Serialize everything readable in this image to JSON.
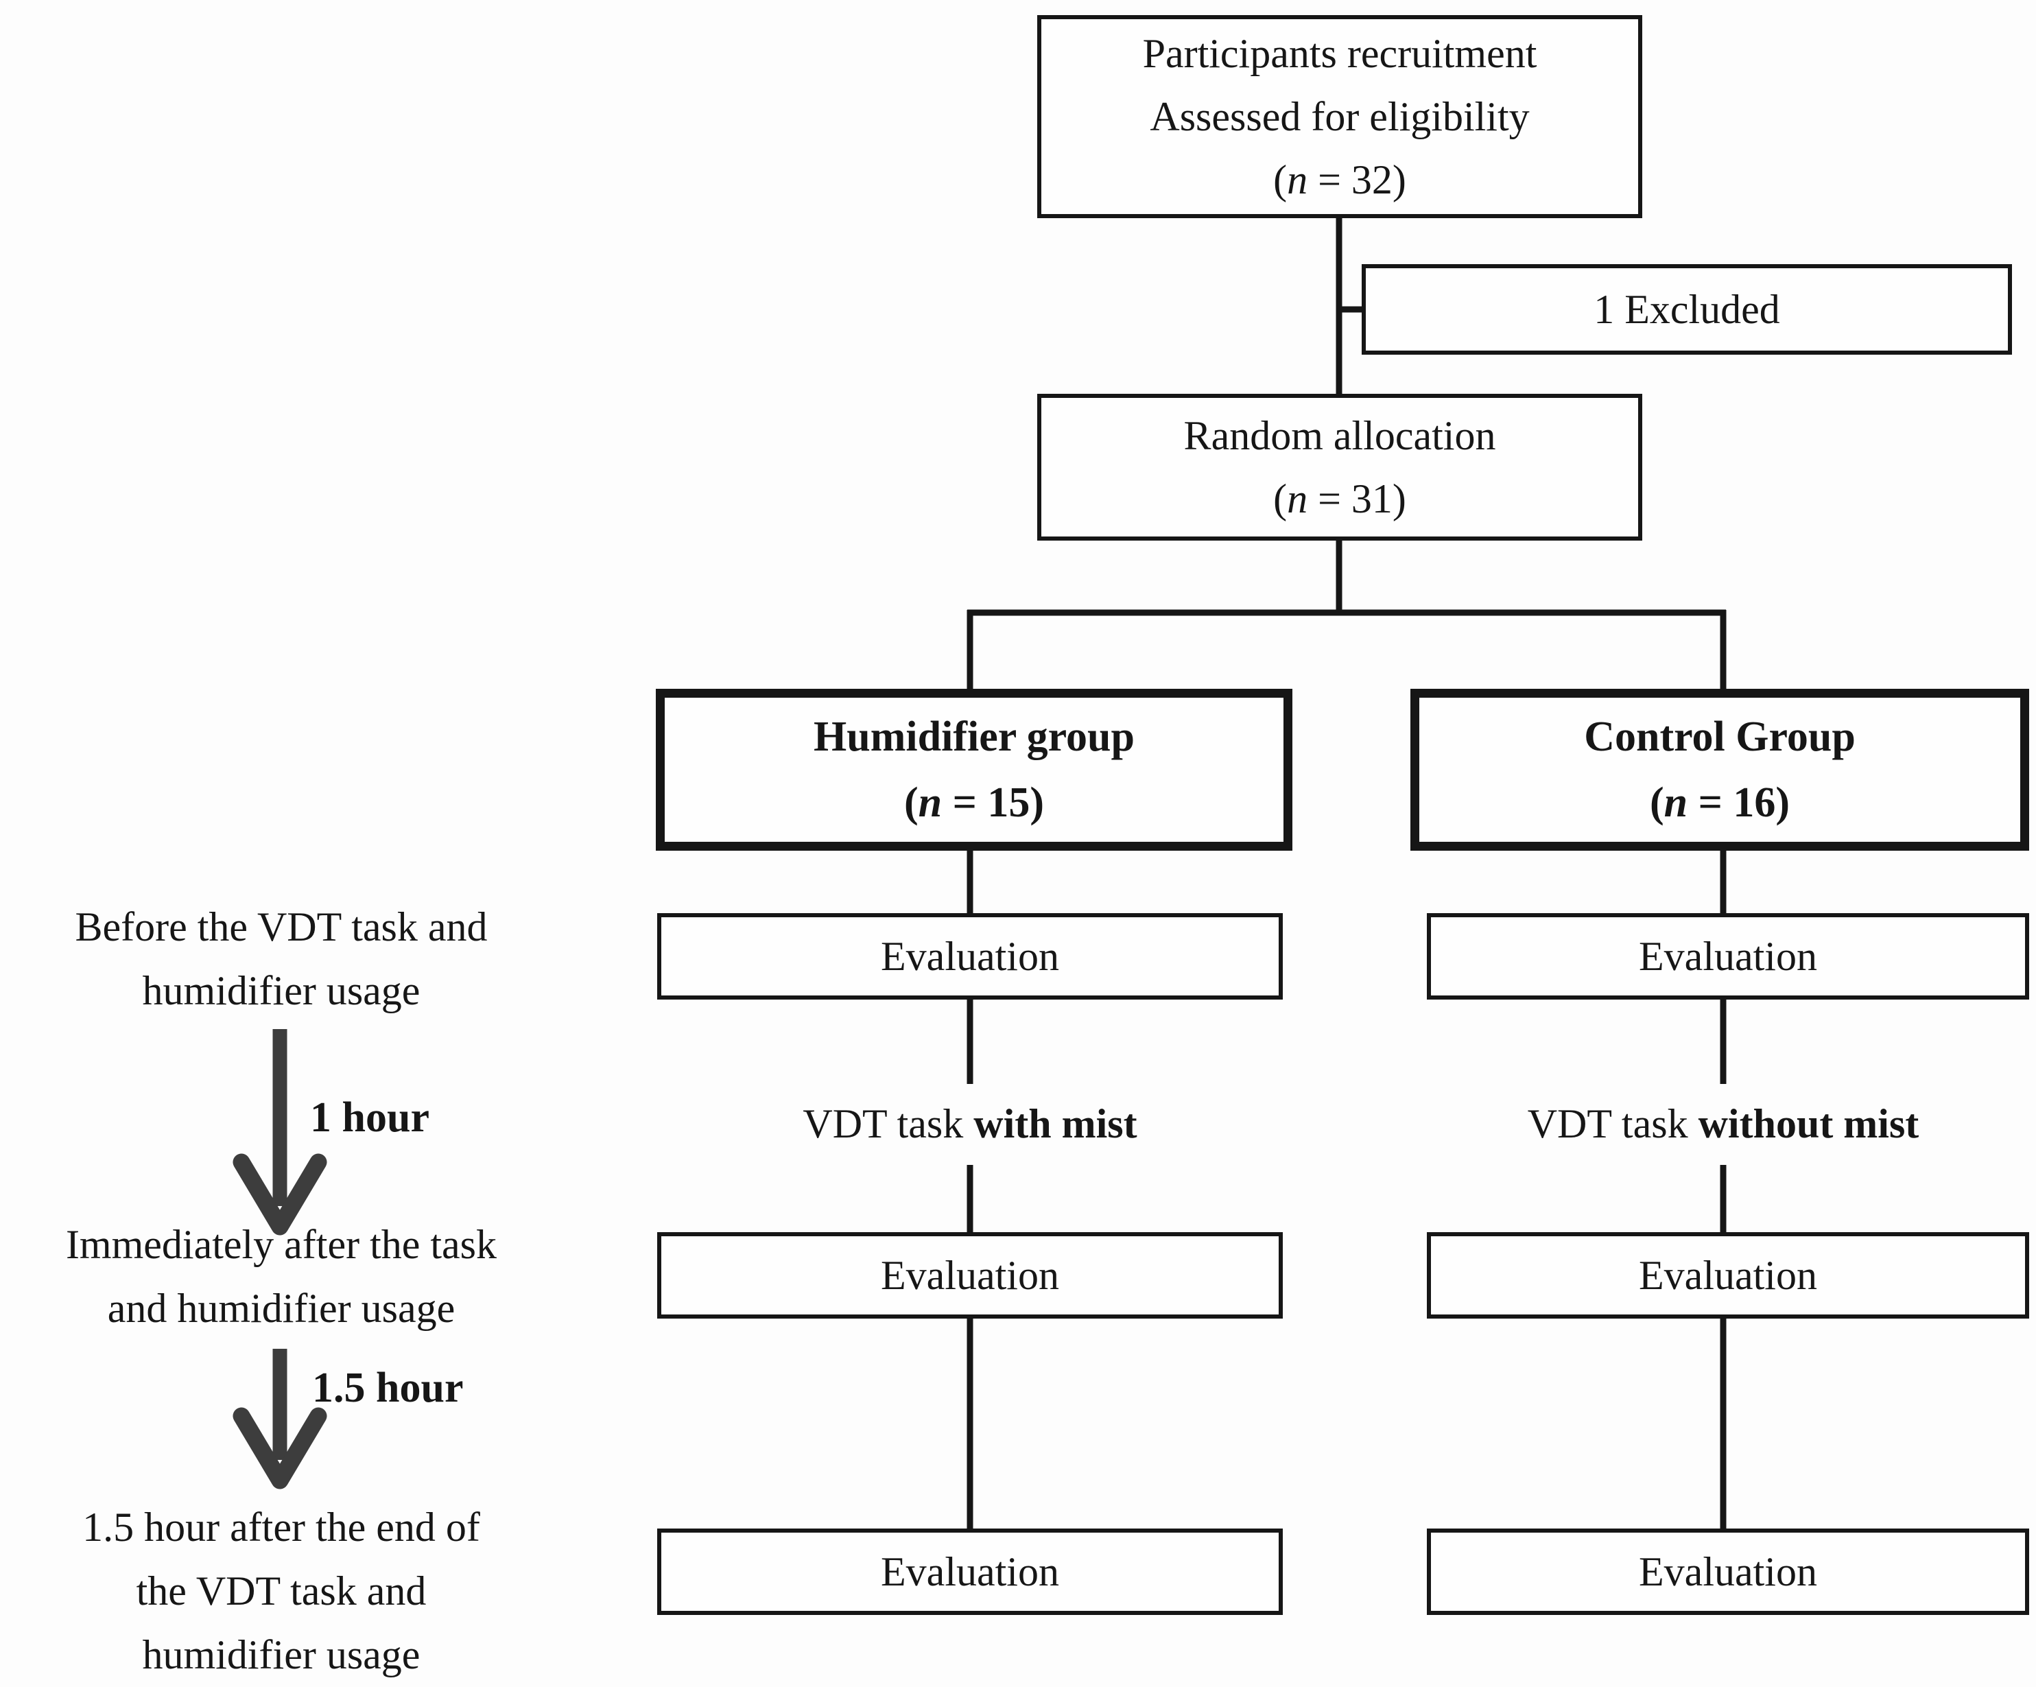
{
  "flow": {
    "recruitment": {
      "line1": "Participants recruitment",
      "line2": "Assessed for eligibility",
      "count_open": "(",
      "count_var": "n",
      "count_rest": " = 32)"
    },
    "excluded": {
      "label": "1 Excluded"
    },
    "allocation": {
      "title": "Random allocation",
      "count_open": "(",
      "count_var": "n",
      "count_rest": " = 31)"
    },
    "humidifier": {
      "title": "Humidifier group",
      "count_open": "(",
      "count_var": "n",
      "count_rest": " = 15)",
      "task_plain": "VDT task ",
      "task_bold": "with mist",
      "eval1": "Evaluation",
      "eval2": "Evaluation",
      "eval3": "Evaluation"
    },
    "control": {
      "title": "Control Group",
      "count_open": "(",
      "count_var": "n",
      "count_rest": " = 16)",
      "task_plain": "VDT task ",
      "task_bold": "without mist",
      "eval1": "Evaluation",
      "eval2": "Evaluation",
      "eval3": "Evaluation"
    }
  },
  "timeline": {
    "stage1_line1": "Before the VDT task and",
    "stage1_line2": "humidifier usage",
    "interval1": "1 hour",
    "stage2_line1": "Immediately after the task",
    "stage2_line2": "and humidifier usage",
    "interval2": "1.5 hour",
    "stage3_line1": "1.5 hour after the end of",
    "stage3_line2": "the VDT task and",
    "stage3_line3": "humidifier usage"
  },
  "colors": {
    "background": "#fdfdfd",
    "line": "#161616",
    "arrow": "#3d3d3d"
  }
}
